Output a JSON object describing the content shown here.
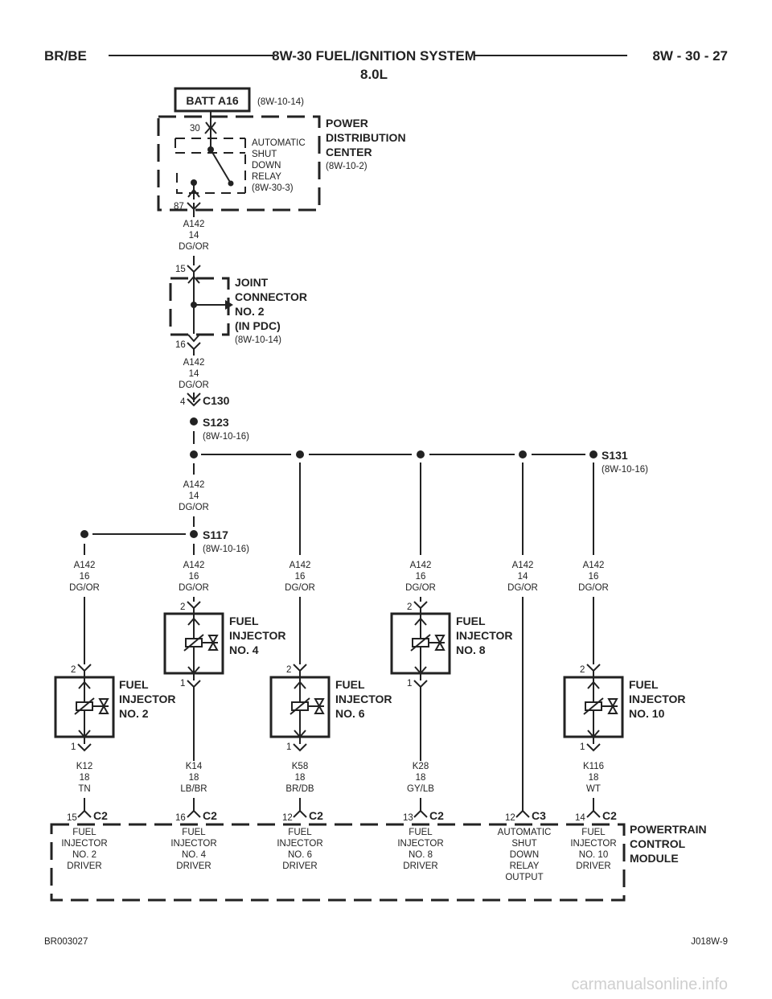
{
  "header": {
    "left": "BR/BE",
    "center": "8W-30 FUEL/IGNITION SYSTEM",
    "subtitle": "8.0L",
    "right": "8W - 30 - 27"
  },
  "batt": {
    "label": "BATT A16",
    "ref": "(8W-10-14)"
  },
  "pdc": {
    "title": [
      "POWER",
      "DISTRIBUTION",
      "CENTER"
    ],
    "ref": "(8W-10-2)",
    "pin_top": "30",
    "pin_bottom": "87",
    "relay": [
      "AUTOMATIC",
      "SHUT",
      "DOWN",
      "RELAY",
      "(8W-30-3)"
    ]
  },
  "joint": {
    "title": [
      "JOINT",
      "CONNECTOR",
      "NO. 2",
      "(IN PDC)"
    ],
    "ref": "(8W-10-14)",
    "pin_top": "15",
    "pin_bottom": "16"
  },
  "c130": {
    "label": "C130",
    "pin": "4"
  },
  "splices": {
    "s123": {
      "label": "S123",
      "ref": "(8W-10-16)"
    },
    "s131": {
      "label": "S131",
      "ref": "(8W-10-16)"
    },
    "s117": {
      "label": "S117",
      "ref": "(8W-10-16)"
    }
  },
  "wires": {
    "w1": [
      "A142",
      "14",
      "DG/OR"
    ],
    "w2": [
      "A142",
      "14",
      "DG/OR"
    ],
    "w3": [
      "A142",
      "14",
      "DG/OR"
    ],
    "b1": [
      "A142",
      "16",
      "DG/OR"
    ],
    "b2": [
      "A142",
      "16",
      "DG/OR"
    ],
    "b3": [
      "A142",
      "16",
      "DG/OR"
    ],
    "b4": [
      "A142",
      "16",
      "DG/OR"
    ],
    "b5": [
      "A142",
      "14",
      "DG/OR"
    ],
    "b6": [
      "A142",
      "16",
      "DG/OR"
    ]
  },
  "injectors": {
    "inj2": {
      "title": [
        "FUEL",
        "INJECTOR",
        "NO. 2"
      ],
      "pin_top": "2",
      "pin_bottom": "1"
    },
    "inj4": {
      "title": [
        "FUEL",
        "INJECTOR",
        "NO. 4"
      ],
      "pin_top": "2",
      "pin_bottom": "1"
    },
    "inj6": {
      "title": [
        "FUEL",
        "INJECTOR",
        "NO. 6"
      ],
      "pin_top": "2",
      "pin_bottom": "1"
    },
    "inj8": {
      "title": [
        "FUEL",
        "INJECTOR",
        "NO. 8"
      ],
      "pin_top": "2",
      "pin_bottom": "1"
    },
    "inj10": {
      "title": [
        "FUEL",
        "INJECTOR",
        "NO. 10"
      ],
      "pin_top": "2",
      "pin_bottom": "1"
    }
  },
  "lower_wires": {
    "k12": [
      "K12",
      "18",
      "TN"
    ],
    "k14": [
      "K14",
      "18",
      "LB/BR"
    ],
    "k58": [
      "K58",
      "18",
      "BR/DB"
    ],
    "k28": [
      "K28",
      "18",
      "GY/LB"
    ],
    "k116": [
      "K116",
      "18",
      "WT"
    ]
  },
  "pcm_connectors": {
    "p1": {
      "pin": "15",
      "conn": "C2",
      "label": [
        "FUEL",
        "INJECTOR",
        "NO. 2",
        "DRIVER"
      ]
    },
    "p2": {
      "pin": "16",
      "conn": "C2",
      "label": [
        "FUEL",
        "INJECTOR",
        "NO. 4",
        "DRIVER"
      ]
    },
    "p3": {
      "pin": "12",
      "conn": "C2",
      "label": [
        "FUEL",
        "INJECTOR",
        "NO. 6",
        "DRIVER"
      ]
    },
    "p4": {
      "pin": "13",
      "conn": "C2",
      "label": [
        "FUEL",
        "INJECTOR",
        "NO. 8",
        "DRIVER"
      ]
    },
    "p5": {
      "pin": "12",
      "conn": "C3",
      "label": [
        "AUTOMATIC",
        "SHUT",
        "DOWN",
        "RELAY",
        "OUTPUT"
      ]
    },
    "p6": {
      "pin": "14",
      "conn": "C2",
      "label": [
        "FUEL",
        "INJECTOR",
        "NO. 10",
        "DRIVER"
      ]
    }
  },
  "pcm": {
    "title": [
      "POWERTRAIN",
      "CONTROL",
      "MODULE"
    ]
  },
  "footer": {
    "left": "BR003027",
    "right": "J018W-9"
  },
  "watermark": "carmanualsonline.info"
}
